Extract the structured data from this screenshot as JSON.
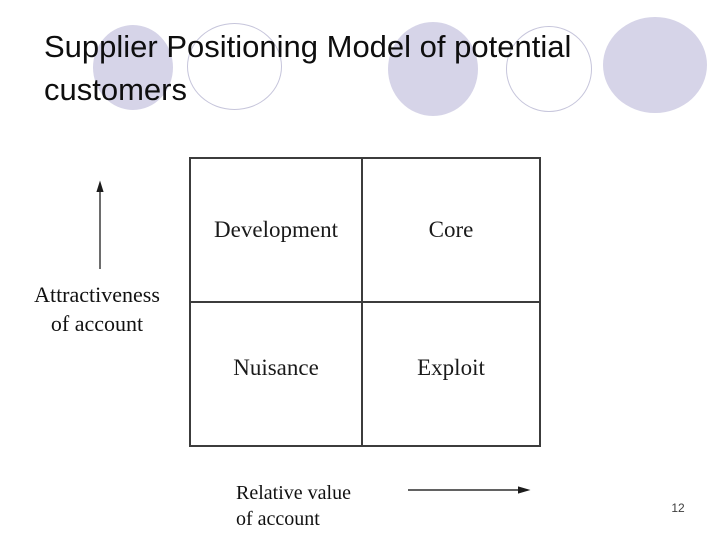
{
  "slide": {
    "title_lines": [
      "Supplier Positioning Model of potential",
      "customers"
    ],
    "page_number": "12"
  },
  "matrix": {
    "quadrants": [
      {
        "position": "top-left",
        "label": "Development"
      },
      {
        "position": "top-right",
        "label": "Core"
      },
      {
        "position": "bottom-left",
        "label": "Nuisance"
      },
      {
        "position": "bottom-right",
        "label": "Exploit"
      }
    ]
  },
  "axes": {
    "y_label_lines": [
      "Attractiveness",
      "of account"
    ],
    "y_arrow_direction": "up",
    "x_label_lines": [
      "Relative value",
      "of account"
    ],
    "x_arrow_direction": "right"
  },
  "icons": {
    "up_arrow": "up-arrow-icon",
    "right_arrow": "right-arrow-icon"
  },
  "colors": {
    "circle_fill": "#d6d4e8",
    "circle_stroke": "#c6c5db",
    "line_color": "#3c3c3c",
    "title_color": "#0e0e0e"
  }
}
